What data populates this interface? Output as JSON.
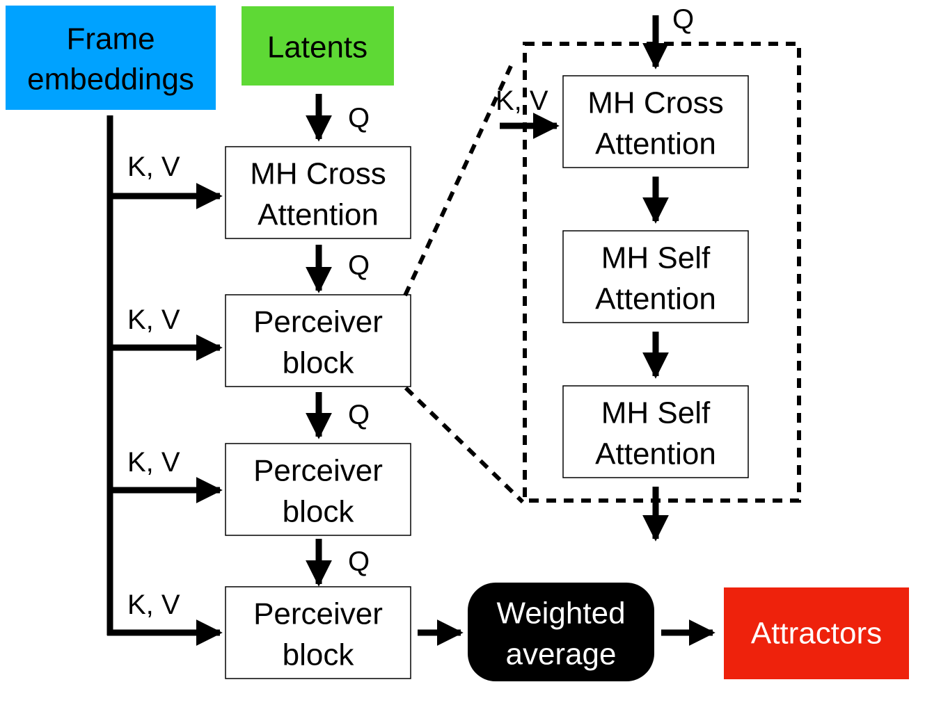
{
  "colors": {
    "frame_embeddings": "#00a2ff",
    "latents": "#5ed935",
    "attractors": "#ee220c",
    "weighted_average": "#000000",
    "box_border": "#000000",
    "background": "#ffffff"
  },
  "nodes": {
    "frame_embeddings": [
      "Frame",
      "embeddings"
    ],
    "latents": [
      "Latents"
    ],
    "cross_attention": [
      "MH Cross",
      "Attention"
    ],
    "perceiver_block_1": [
      "Perceiver",
      "block"
    ],
    "perceiver_block_2": [
      "Perceiver",
      "block"
    ],
    "perceiver_block_3": [
      "Perceiver",
      "block"
    ],
    "weighted_average": [
      "Weighted",
      "average"
    ],
    "attractors": [
      "Attractors"
    ],
    "detail_cross_attention": [
      "MH Cross",
      "Attention"
    ],
    "detail_self_attention_1": [
      "MH Self",
      "Attention"
    ],
    "detail_self_attention_2": [
      "MH Self",
      "Attention"
    ]
  },
  "edge_labels": {
    "query": "Q",
    "key_value": "K, V"
  }
}
